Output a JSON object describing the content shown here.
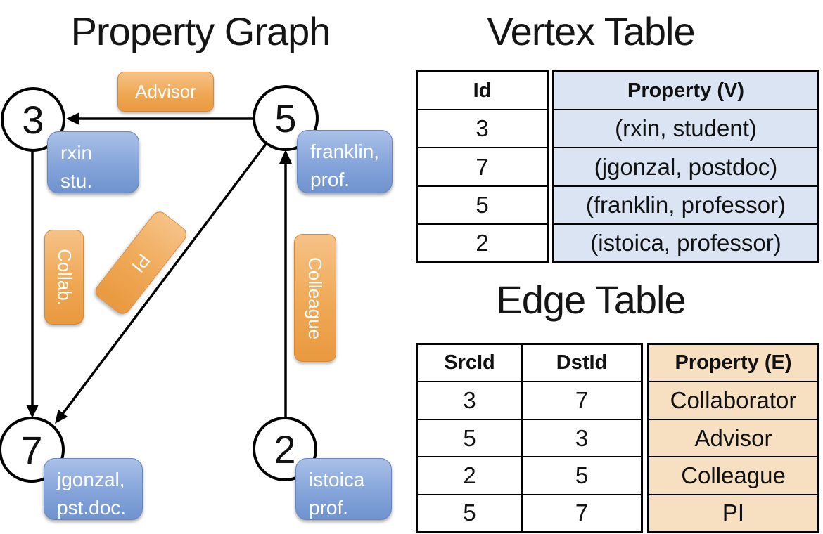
{
  "titles": {
    "graph": "Property Graph",
    "vertex": "Vertex Table",
    "edge": "Edge Table"
  },
  "graph": {
    "nodes": [
      {
        "id": "3"
      },
      {
        "id": "5"
      },
      {
        "id": "7"
      },
      {
        "id": "2"
      }
    ],
    "edge_labels": {
      "advisor": "Advisor",
      "collab": "Collab.",
      "pi": "PI",
      "colleague": "Colleague"
    },
    "properties": {
      "rxin": {
        "line1": "rxin",
        "line2": "stu."
      },
      "franklin": {
        "line1": "franklin,",
        "line2": "prof."
      },
      "jgonzal": {
        "line1": "jgonzal,",
        "line2": "pst.doc."
      },
      "istoica": {
        "line1": "istoica",
        "line2": "prof."
      }
    }
  },
  "vertex_table": {
    "headers": {
      "id": "Id",
      "property": "Property (V)"
    },
    "rows": [
      {
        "id": "3",
        "property": "(rxin, student)"
      },
      {
        "id": "7",
        "property": "(jgonzal, postdoc)"
      },
      {
        "id": "5",
        "property": "(franklin, professor)"
      },
      {
        "id": "2",
        "property": "(istoica, professor)"
      }
    ]
  },
  "edge_table": {
    "headers": {
      "src": "SrcId",
      "dst": "DstId",
      "property": "Property (E)"
    },
    "rows": [
      {
        "src": "3",
        "dst": "7",
        "property": "Collaborator"
      },
      {
        "src": "5",
        "dst": "3",
        "property": "Advisor"
      },
      {
        "src": "2",
        "dst": "5",
        "property": "Colleague"
      },
      {
        "src": "5",
        "dst": "7",
        "property": "PI"
      }
    ]
  },
  "colors": {
    "edge_label_orange": "#efa855",
    "vertex_property_blue": "#84a4da",
    "vertex_table_fill": "#dbe4f3",
    "edge_table_fill": "#f7dfc2",
    "line_black": "#000000"
  }
}
